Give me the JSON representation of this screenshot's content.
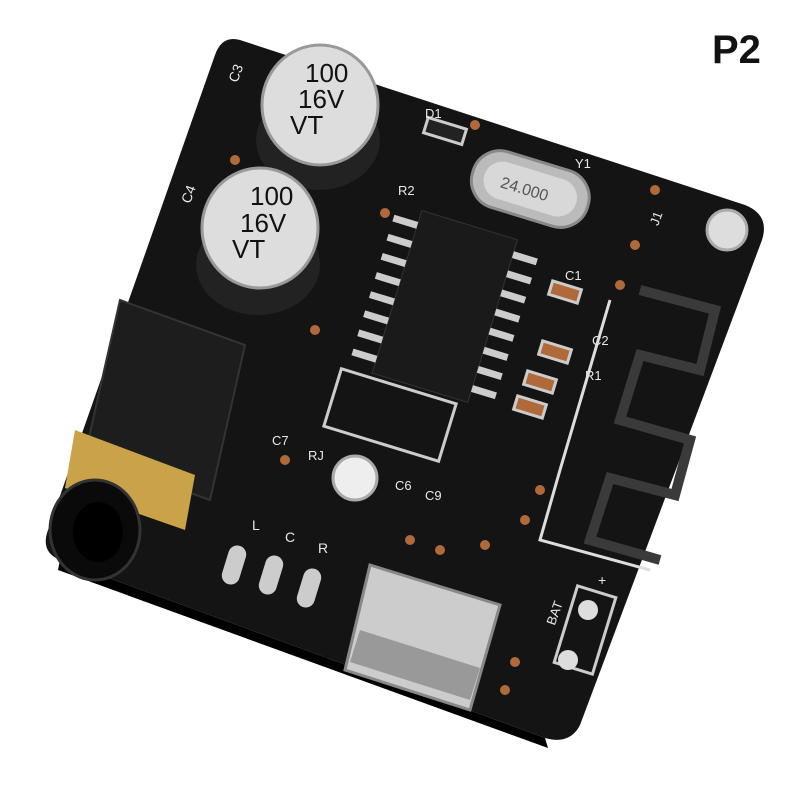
{
  "product_label": "P2",
  "capacitors": [
    {
      "ref": "C3",
      "lines": [
        "100",
        "16V",
        "VT"
      ]
    },
    {
      "ref": "C4",
      "lines": [
        "100",
        "16V",
        "VT"
      ]
    }
  ],
  "crystal": {
    "ref": "Y1",
    "marking": "24.000"
  },
  "silkscreen": {
    "d1": "D1",
    "r2": "R2",
    "j1": "J1",
    "c1": "C1",
    "c2": "C2",
    "r1": "R1",
    "c7": "C7",
    "rj": "RJ",
    "c6": "C6",
    "c9": "C9",
    "l": "L",
    "c": "C",
    "r": "R",
    "bat": "BAT",
    "plus": "+"
  },
  "colors": {
    "board": "#141414",
    "silk": "#e8e8e8",
    "gold": "#c9a24a",
    "copper": "#b06a3a"
  }
}
